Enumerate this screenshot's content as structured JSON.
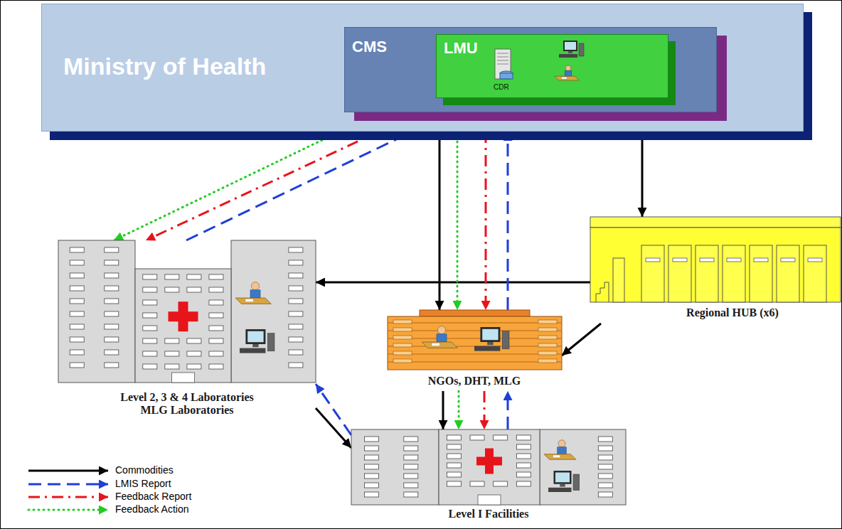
{
  "diagram": {
    "nodes": [
      {
        "text": [
          "Ministry of Health"
        ]
      },
      {
        "text": [
          "CMS"
        ],
        "in": 0
      },
      {
        "text": [
          "LMU",
          "CDR"
        ],
        "in": 1
      },
      {
        "text": [
          "Level 2, 3 & 4 Laboratories MLG Laboratories"
        ]
      },
      {
        "text": [
          "Regional HUB (x6)"
        ]
      },
      {
        "text": [
          "NGOs, DHT, MLG"
        ]
      },
      {
        "text": [
          "Level I Facilities"
        ]
      }
    ],
    "edges": [
      {
        "from": 0,
        "to": 4,
        "arrow": "to"
      },
      {
        "from": 0,
        "to": 5,
        "arrow": "to"
      },
      {
        "from": 4,
        "to": 3,
        "arrow": "to"
      },
      {
        "from": 4,
        "to": 5,
        "arrow": "to"
      },
      {
        "from": 5,
        "to": 6,
        "arrow": "to"
      },
      {
        "from": 3,
        "to": 6,
        "arrow": "to"
      },
      {
        "from": 3,
        "to": 0,
        "arrow": "to"
      },
      {
        "from": 5,
        "to": 0,
        "arrow": "to"
      },
      {
        "from": 6,
        "to": 5,
        "arrow": "to"
      },
      {
        "from": 6,
        "to": 3,
        "arrow": "to"
      },
      {
        "from": 0,
        "to": 3,
        "arrow": "to"
      },
      {
        "from": 0,
        "to": 5,
        "arrow": "to"
      },
      {
        "from": 5,
        "to": 6,
        "arrow": "to"
      },
      {
        "from": 0,
        "to": 3,
        "arrow": "to"
      },
      {
        "from": 0,
        "to": 5,
        "arrow": "to"
      },
      {
        "from": 5,
        "to": 6,
        "arrow": "to"
      }
    ],
    "legend": [
      {
        "text": "Commodities"
      },
      {
        "text": "LMIS Report"
      },
      {
        "text": "Feedback Report"
      },
      {
        "text": "Feedback Action"
      }
    ]
  }
}
